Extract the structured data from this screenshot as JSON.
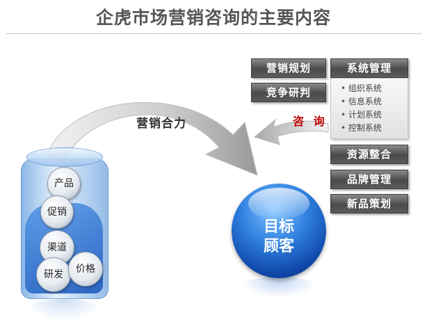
{
  "title": "企虎市场营销咨询的主要内容",
  "left_buttons": [
    "营销规划",
    "竞争研判"
  ],
  "system_management": {
    "label": "系统管理",
    "items": [
      "组织系统",
      "信息系统",
      "计划系统",
      "控制系统"
    ]
  },
  "right_buttons": [
    "资源整合",
    "品牌管理",
    "新品策划"
  ],
  "arrows": {
    "marketing_power": "营销合力",
    "consulting": "咨 询"
  },
  "target": {
    "line1": "目标",
    "line2": "顾客"
  },
  "jar_balls": [
    "产品",
    "促销",
    "渠道",
    "研发",
    "价格"
  ],
  "colors": {
    "button_dark": "#4a4a4a",
    "orb_blue": "#1f5fc8",
    "consult_red": "#c00000"
  }
}
